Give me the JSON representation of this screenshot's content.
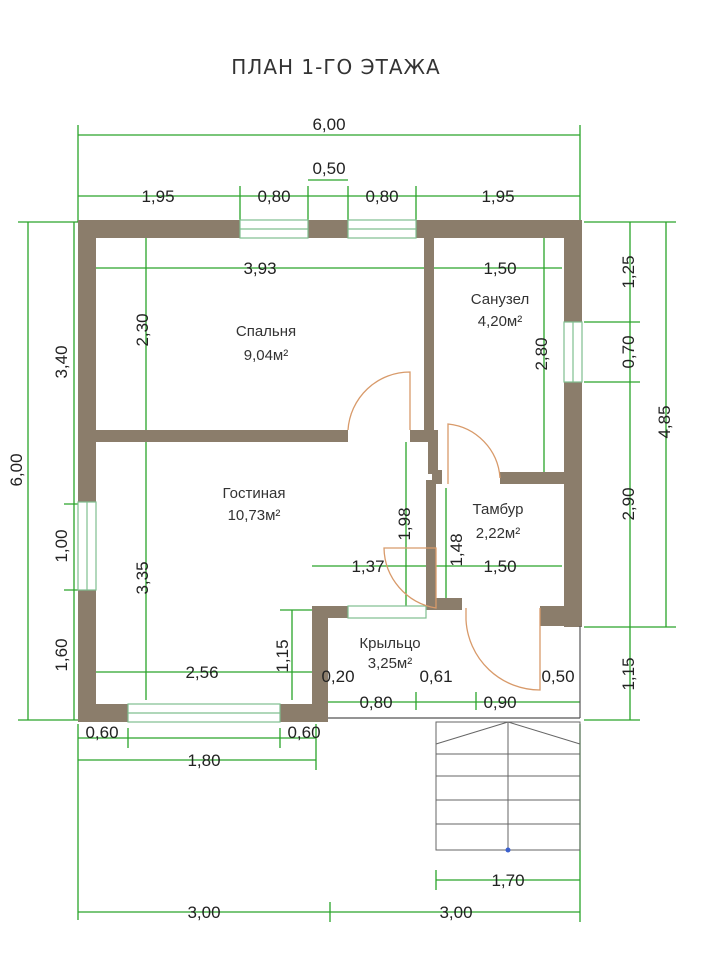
{
  "title": "ПЛАН 1-ГО ЭТАЖА",
  "colors": {
    "wall": "#8b7d6b",
    "dimension": "#2aa52a",
    "door": "#d89a6a",
    "window": "#7fbf8f",
    "text": "#222222"
  },
  "rooms": [
    {
      "name": "Спальня",
      "area": "9,04м²"
    },
    {
      "name": "Санузел",
      "area": "4,20м²"
    },
    {
      "name": "Гостиная",
      "area": "10,73м²"
    },
    {
      "name": "Тамбур",
      "area": "2,22м²"
    },
    {
      "name": "Крыльцо",
      "area": "3,25м²"
    }
  ],
  "dims": {
    "top_total": "6,00",
    "top_mid": "0,50",
    "top_left": "1,95",
    "top_w1": "0,80",
    "top_w2": "0,80",
    "top_right": "1,95",
    "bed_w": "3,93",
    "bath_w": "1,50",
    "bed_h": "2,30",
    "bath_h": "2,80",
    "left_upper": "3,40",
    "left_total": "6,00",
    "left_win": "1,00",
    "left_lower": "1,60",
    "right_a": "1,25",
    "right_b": "0,70",
    "right_total": "4,85",
    "right_c": "2,90",
    "right_d": "1,15",
    "living_h": "3,35",
    "living_w": "2,56",
    "vest_h1": "1,98",
    "vest_h2": "1,48",
    "vest_w1": "1,37",
    "vest_w2": "1,50",
    "porch_h": "1,15",
    "porch_a": "0,20",
    "porch_b": "0,61",
    "porch_c": "0,50",
    "porch_d": "0,80",
    "porch_e": "0,90",
    "bot_a": "0,60",
    "bot_b": "0,60",
    "bot_c": "1,80",
    "stairs_w": "1,70",
    "bot_left": "3,00",
    "bot_right": "3,00"
  }
}
